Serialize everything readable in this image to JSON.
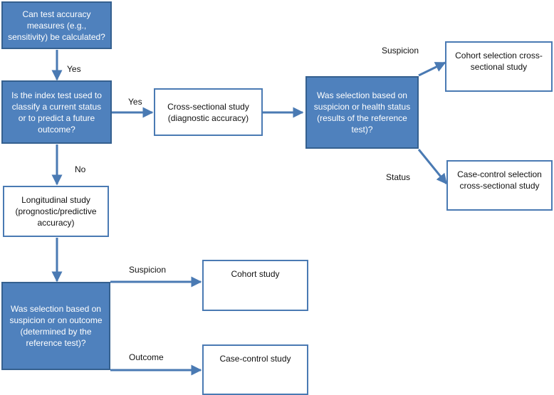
{
  "colors": {
    "question_fill": "#4f81bd",
    "question_border": "#35608f",
    "result_border": "#4a7ab3",
    "arrow": "#4a7ab3"
  },
  "nodes": {
    "q_accuracy": "Can test accuracy measures (e.g., sensitivity) be calculated?",
    "q_index_test": "Is the index test used to classify a current status or to predict a future outcome?",
    "cross_sectional": "Cross-sectional study (diagnostic accuracy)",
    "q_selection_health": "Was selection based on suspicion or health status (results of the reference test)?",
    "cohort_selection_cs": "Cohort selection cross-sectional study",
    "case_control_selection_cs": "Case-control selection cross-sectional study",
    "longitudinal": "Longitudinal study (prognostic/predictive accuracy)",
    "q_selection_outcome": "Was selection based on suspicion or on outcome (determined by the reference test)?",
    "cohort": "Cohort study",
    "case_control": "Case-control study"
  },
  "edge_labels": {
    "yes_down": "Yes",
    "yes_right": "Yes",
    "no_down": "No",
    "suspicion_upper": "Suspicion",
    "status": "Status",
    "suspicion_lower": "Suspicion",
    "outcome": "Outcome"
  }
}
